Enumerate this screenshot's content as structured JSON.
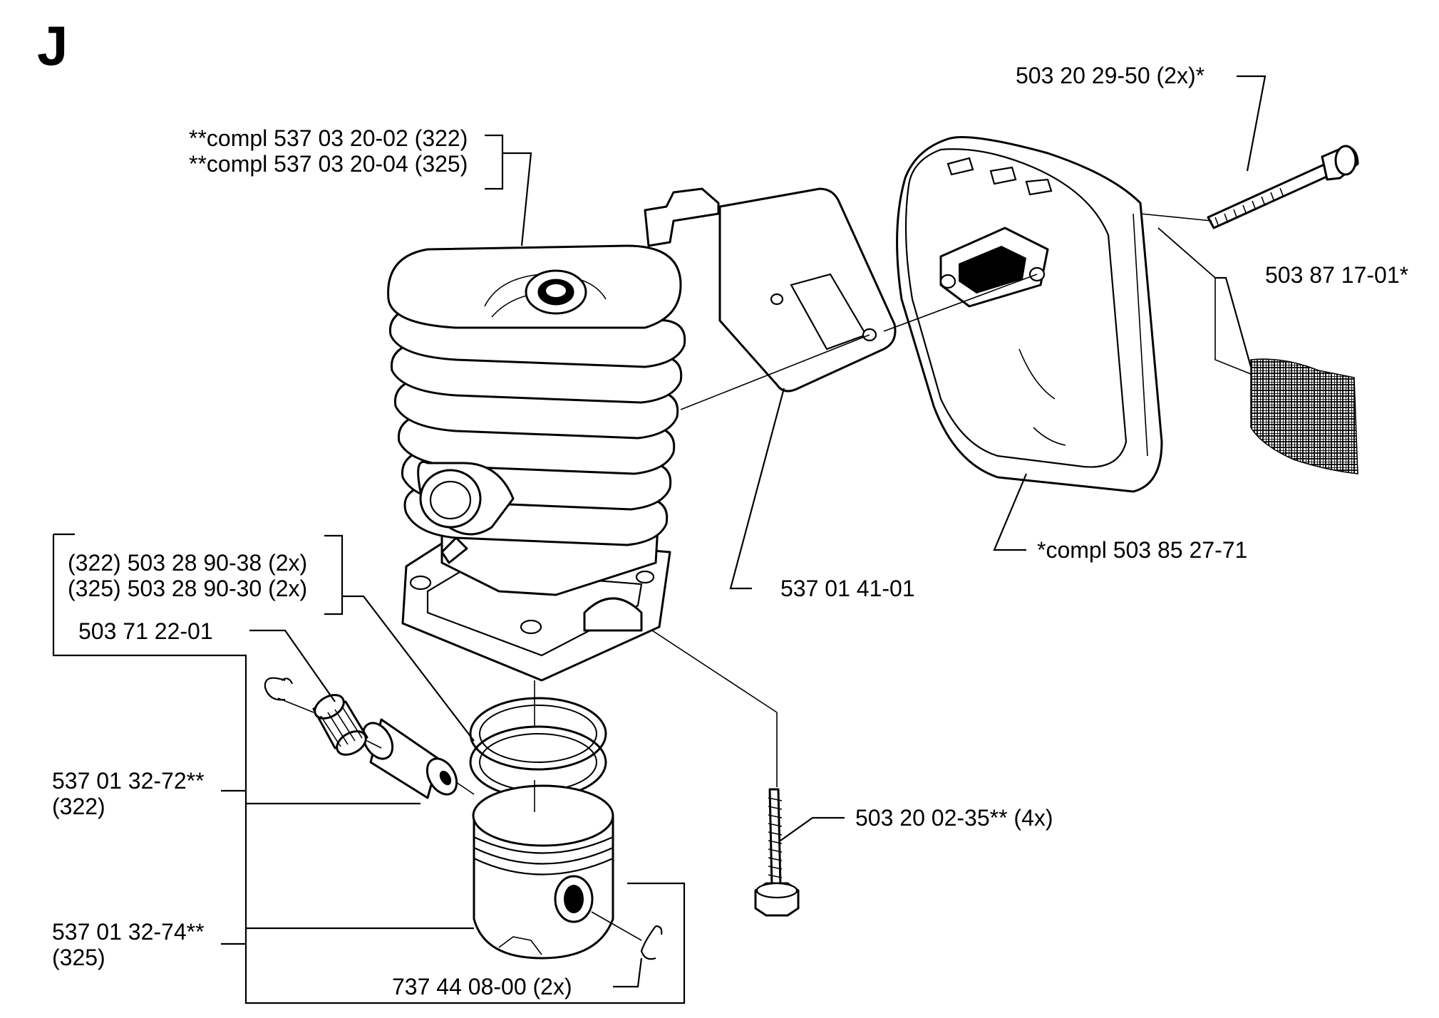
{
  "section_letter": "J",
  "labels": {
    "cylinder_322": "**compl 537 03 20-02 (322)",
    "cylinder_325": "**compl 537 03 20-04 (325)",
    "muffler_bolt": "503 20 29-50 (2x)*",
    "spark_screen": "503 87 17-01*",
    "muffler": "*compl 503 85 27-71",
    "gasket": "537 01 41-01",
    "rings_322": "(322) 503 28 90-38 (2x)",
    "rings_325": "(325) 503 28 90-30 (2x)",
    "needle_bearing": "503 71 22-01",
    "piston_322_a": "537 01 32-72**",
    "piston_322_b": "(322)",
    "piston_325_a": "537 01 32-74**",
    "piston_325_b": "(325)",
    "base_screw": "503 20 02-35** (4x)",
    "circlip": "737 44 08-00 (2x)"
  },
  "icons": [
    "cylinder",
    "muffler",
    "muffler-bolt",
    "spark-arrestor-screen",
    "muffler-gasket",
    "piston",
    "piston-rings",
    "piston-pin",
    "needle-bearing",
    "circlip",
    "base-screw"
  ]
}
